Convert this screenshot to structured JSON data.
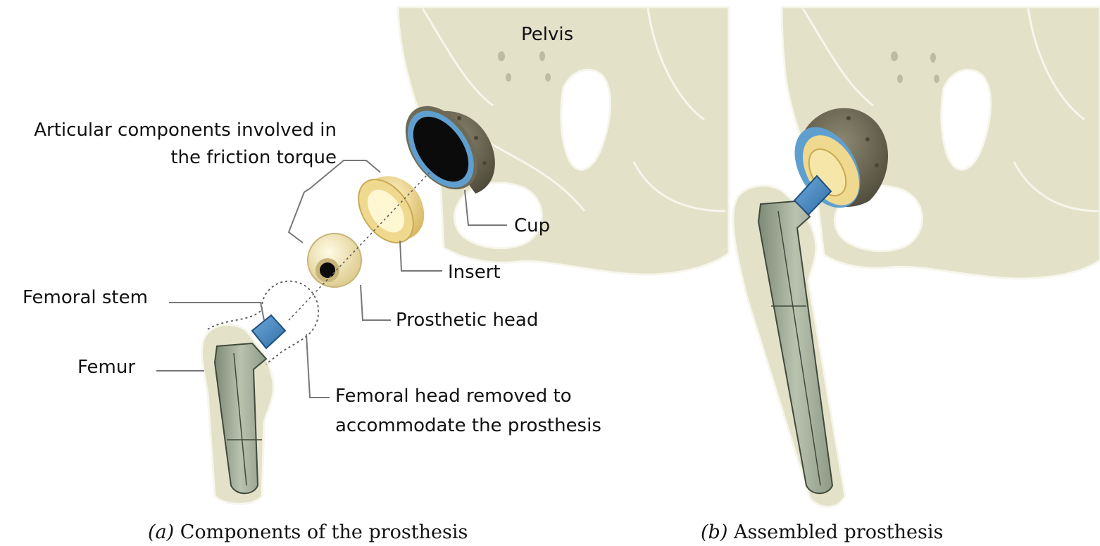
{
  "panel_a": {
    "labels": {
      "pelvis": "Pelvis",
      "articular_line1": "Articular components involved in",
      "articular_line2": "the friction torque",
      "cup": "Cup",
      "insert": "Insert",
      "prosthetic_head": "Prosthetic head",
      "femoral_stem": "Femoral stem",
      "femur": "Femur",
      "femoral_head_removed_line1": "Femoral head removed to",
      "femoral_head_removed_line2": "accommodate the prosthesis"
    },
    "caption_letter": "(a)",
    "caption_text": " Components of the prosthesis"
  },
  "panel_b": {
    "caption_letter": "(b)",
    "caption_text": " Assembled prosthesis"
  },
  "colors": {
    "bone": "#e3e1c8",
    "bone_outline": "#f7f6ec",
    "cup_shell": "#6e6a55",
    "liner_blue": "#5f9fd0",
    "insert_yellow": "#efd98f",
    "head_cream": "#f3e9b8",
    "stem_blue": "#4f8fc6",
    "stem_metal": "#a9b3a0",
    "leader": "#777777"
  }
}
